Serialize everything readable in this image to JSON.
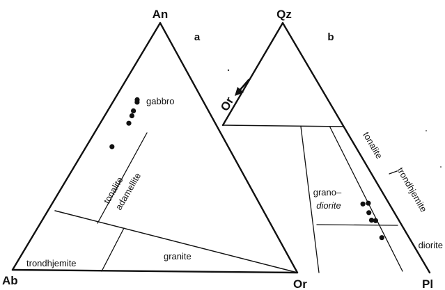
{
  "diagram_a": {
    "panel_label": "a",
    "vertices": {
      "top": "An",
      "left": "Ab",
      "right": "Or"
    },
    "fields": {
      "gabbro": "gabbro",
      "tonalite": "tonalite",
      "adamellite": "adamellite",
      "trondhjemite": "trondhjemite",
      "granite": "granite"
    }
  },
  "diagram_b": {
    "panel_label": "b",
    "vertices": {
      "top": "Qz",
      "right": "Pl"
    },
    "arrow_label": "Or",
    "fields": {
      "tonalite": "tonalite",
      "trondhjemite": "trondhjemite",
      "grano_line1": "grano–",
      "grano_line2": "diorite",
      "diorite": "diorite"
    }
  },
  "colors": {
    "ink": "#111111",
    "paper": "#ffffff"
  },
  "arrow_icon": "left-down-arrow-icon",
  "samples": {
    "diagram_a": [
      {
        "An": 0.69,
        "Ab": 0.23,
        "Or": 0.08
      },
      {
        "An": 0.68,
        "Ab": 0.235,
        "Or": 0.085
      },
      {
        "An": 0.645,
        "Ab": 0.265,
        "Or": 0.09
      },
      {
        "An": 0.625,
        "Ab": 0.28,
        "Or": 0.095
      },
      {
        "An": 0.595,
        "Ab": 0.305,
        "Or": 0.1
      },
      {
        "An": 0.5,
        "Ab": 0.41,
        "Or": 0.09
      }
    ],
    "diagram_b": [
      {
        "Qz": 0.275,
        "Or": 0.09,
        "Pl": 0.635
      },
      {
        "Qz": 0.278,
        "Or": 0.07,
        "Pl": 0.652
      },
      {
        "Qz": 0.24,
        "Or": 0.087,
        "Pl": 0.673
      },
      {
        "Qz": 0.21,
        "Or": 0.093,
        "Pl": 0.697
      },
      {
        "Qz": 0.208,
        "Or": 0.08,
        "Pl": 0.712
      },
      {
        "Qz": 0.14,
        "Or": 0.093,
        "Pl": 0.767
      }
    ]
  }
}
